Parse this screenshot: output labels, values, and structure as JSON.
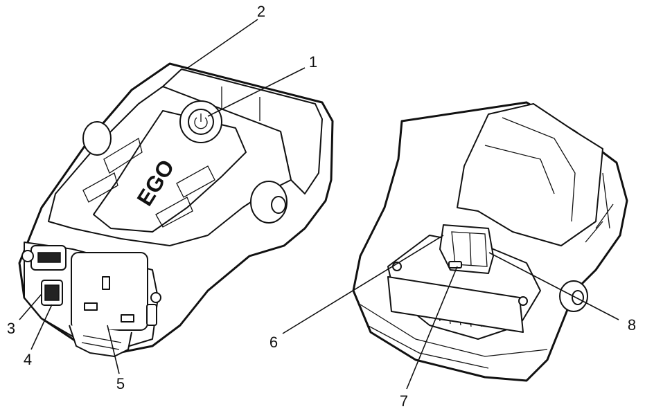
{
  "labels": [
    {
      "id": "1",
      "text": "1"
    },
    {
      "id": "2",
      "text": "2"
    },
    {
      "id": "3",
      "text": "3"
    },
    {
      "id": "4",
      "text": "4"
    },
    {
      "id": "5",
      "text": "5"
    },
    {
      "id": "6",
      "text": "6"
    },
    {
      "id": "7",
      "text": "7"
    },
    {
      "id": "8",
      "text": "8"
    }
  ],
  "logo_text": "EGO"
}
